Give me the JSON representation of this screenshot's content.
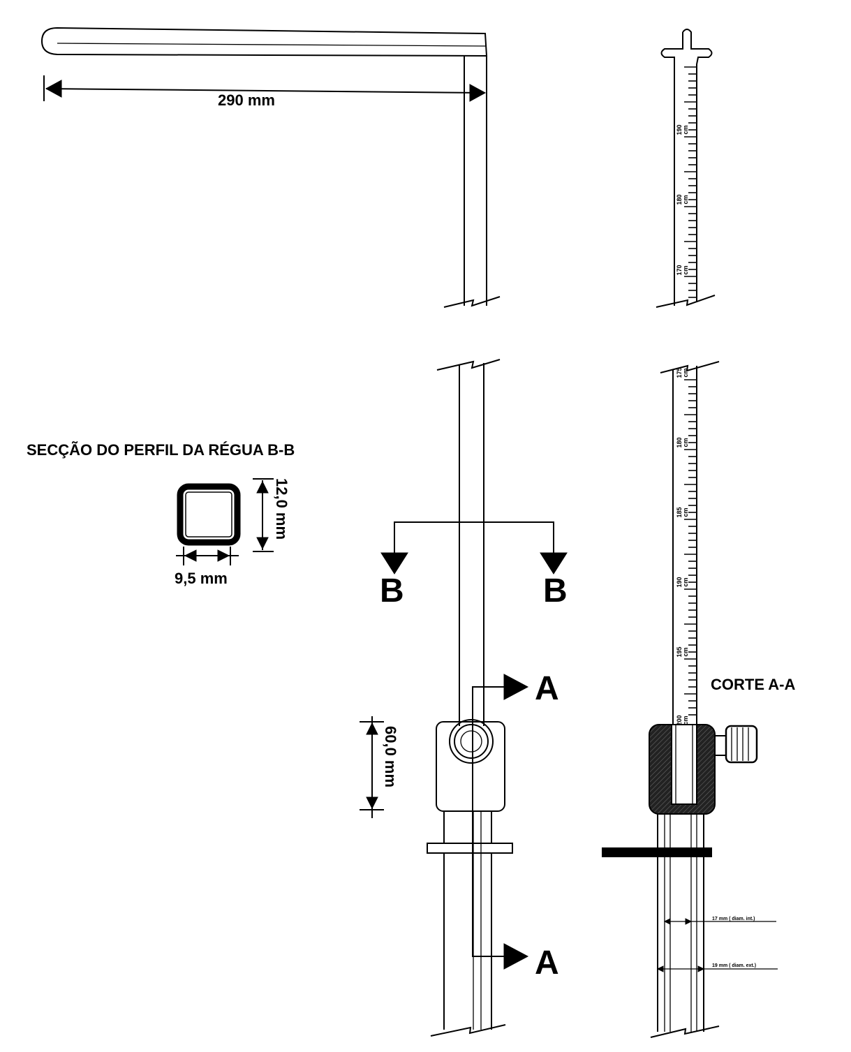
{
  "labels": {
    "top_length": "290 mm",
    "section_title": "SECÇÃO DO PERFIL DA RÉGUA B-B",
    "section_height": "12,0 mm",
    "section_width": "9,5 mm",
    "cursor_height": "60,0 mm",
    "section_marker_b": "B",
    "section_marker_a": "A",
    "cut_title": "CORTE A-A",
    "inner_diameter": "17 mm ( diam. int.)",
    "outer_diameter": "19 mm ( diam. ext.)"
  },
  "scale_upper": [
    {
      "num": "190",
      "unit": "cm"
    },
    {
      "num": "180",
      "unit": "cm"
    },
    {
      "num": "170",
      "unit": "cm"
    }
  ],
  "scale_lower": [
    {
      "num": "175",
      "unit": "cm"
    },
    {
      "num": "180",
      "unit": "cm"
    },
    {
      "num": "185",
      "unit": "cm"
    },
    {
      "num": "190",
      "unit": "cm"
    },
    {
      "num": "195",
      "unit": "cm"
    },
    {
      "num": "200",
      "unit": "cm"
    }
  ]
}
